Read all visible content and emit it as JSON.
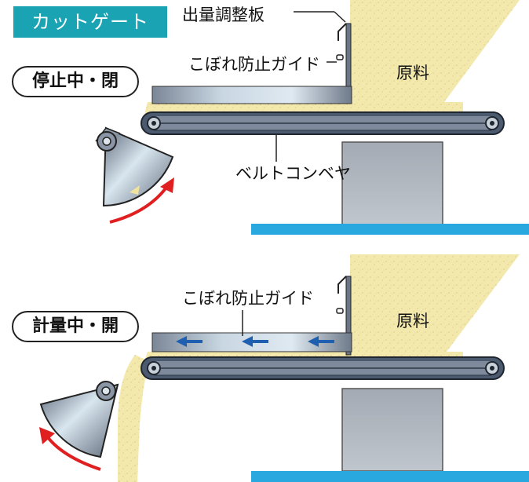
{
  "title": "カットゲート",
  "labels": {
    "flow_plate": "出量調整板",
    "guide_top": "こぼれ防止ガイド",
    "material_top": "原料",
    "belt": "ベルトコンベヤ",
    "guide_bottom": "こぼれ防止ガイド",
    "material_bottom": "原料"
  },
  "states": {
    "stopped": "停止中・閉",
    "weighing": "計量中・開"
  },
  "colors": {
    "badge": "#1aa3b3",
    "material": "#f3e7a8",
    "belt": "#4b5a6e",
    "floor": "#29a8e0",
    "arrow_red": "#e02020",
    "arrow_blue": "#1f5fb0"
  }
}
